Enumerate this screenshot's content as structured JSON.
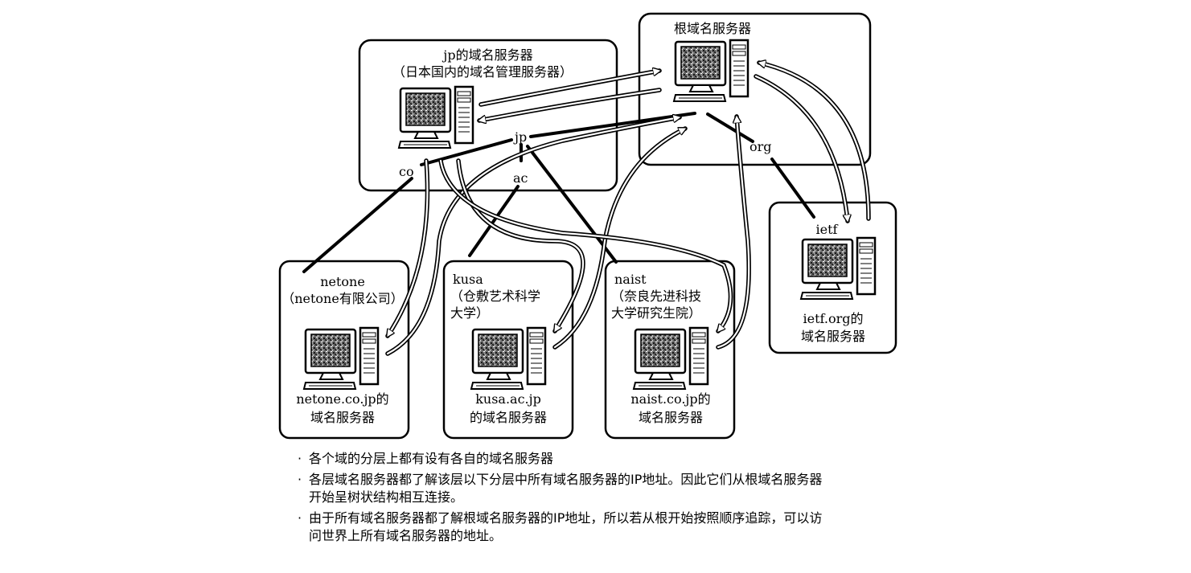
{
  "root_server": {
    "label": "根域名服务器"
  },
  "jp_server": {
    "title": "jp的域名服务器",
    "subtitle": "（日本国内的域名管理服务器）"
  },
  "tree_labels": {
    "jp": "jp",
    "co": "co",
    "ac": "ac",
    "org": "org"
  },
  "netone": {
    "name": "netone",
    "desc": "（netone有限公司）",
    "caption_1": "netone.co.jp的",
    "caption_2": "域名服务器"
  },
  "kusa": {
    "name": "kusa",
    "desc_1": "（仓敷艺术科学",
    "desc_2": "大学）",
    "caption_1": "kusa.ac.jp",
    "caption_2": "的域名服务器"
  },
  "naist": {
    "name": "naist",
    "desc_1": "（奈良先进科技",
    "desc_2": "大学研究生院）",
    "caption_1": "naist.co.jp的",
    "caption_2": "域名服务器"
  },
  "ietf": {
    "name": "ietf",
    "caption_1": "ietf.org的",
    "caption_2": "域名服务器"
  },
  "notes": {
    "bullet": "·",
    "n1": "各个域的分层上都有设有各自的域名服务器",
    "n2_l1": "各层域名服务器都了解该层以下分层中所有域名服务器的IP地址。因此它们从根域名服务器",
    "n2_l2": "开始呈树状结构相互连接。",
    "n3_l1": "由于所有域名服务器都了解根域名服务器的IP地址，所以若从根开始按照顺序追踪，可以访",
    "n3_l2": "问世界上所有域名服务器的地址。"
  }
}
